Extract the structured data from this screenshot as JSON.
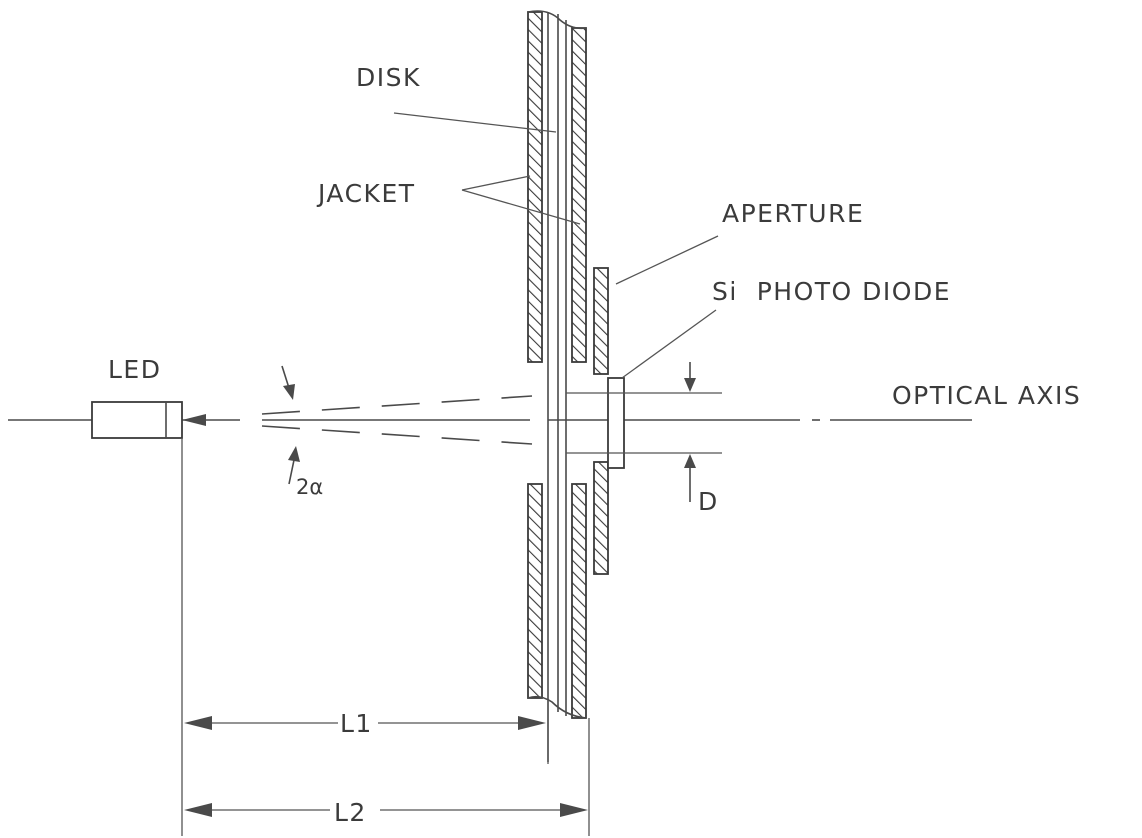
{
  "labels": {
    "disk": "DISK",
    "jacket": "JACKET",
    "aperture": "APERTURE",
    "photodiode": "Si  PHOTO DIODE",
    "led": "LED",
    "optical_axis": "OPTICAL AXIS",
    "angle": "2α",
    "diameter": "D",
    "l1": "L1",
    "l2": "L2"
  },
  "colors": {
    "ink": "#3b3b3b",
    "background": "#ffffff"
  }
}
